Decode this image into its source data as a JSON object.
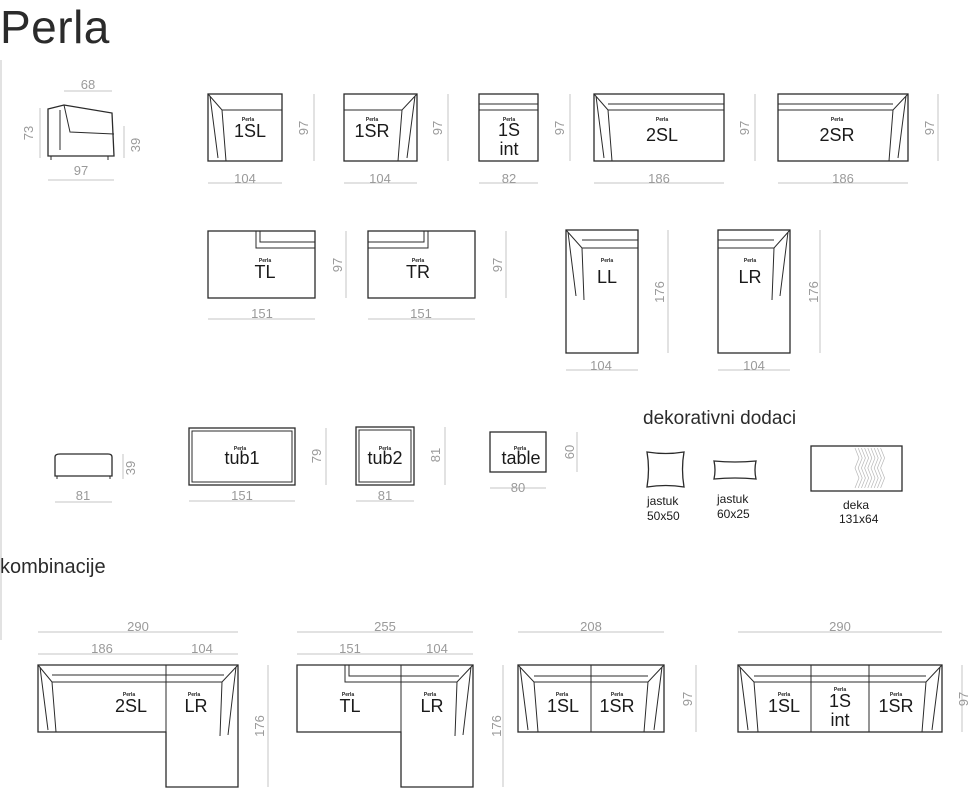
{
  "title": "Perla",
  "brand": "Perla",
  "kombinacije": "kombinacije",
  "dekorativni": "dekorativni dodaci",
  "side_view": {
    "top": "68",
    "bottom": "97",
    "left": "73",
    "right": "39"
  },
  "modules_row1": [
    {
      "label": "1SL",
      "width": "104",
      "height": "97"
    },
    {
      "label": "1SR",
      "width": "104",
      "height": "97"
    },
    {
      "label": "1S int",
      "width": "82",
      "height": "97"
    },
    {
      "label": "2SL",
      "width": "186",
      "height": "97"
    },
    {
      "label": "2SR",
      "width": "186",
      "height": "97"
    }
  ],
  "modules_row2": [
    {
      "label": "TL",
      "width": "151",
      "height": "97"
    },
    {
      "label": "TR",
      "width": "151",
      "height": "97"
    },
    {
      "label": "LL",
      "width": "104",
      "height": "176"
    },
    {
      "label": "LR",
      "width": "104",
      "height": "176"
    }
  ],
  "pouf": {
    "width": "81",
    "height": "39"
  },
  "tables": [
    {
      "label": "tub1",
      "width": "151",
      "height": "79"
    },
    {
      "label": "tub2",
      "width": "81",
      "height": "81"
    },
    {
      "label": "table",
      "width": "80",
      "height": "60"
    }
  ],
  "accessories": [
    {
      "name": "jastuk",
      "size": "50x50"
    },
    {
      "name": "jastuk",
      "size": "60x25"
    },
    {
      "name": "deka",
      "size": "131x64"
    }
  ],
  "combos": [
    {
      "total": "290",
      "parts": [
        "186",
        "104"
      ],
      "labels": [
        "2SL",
        "LR"
      ],
      "depth": "176"
    },
    {
      "total": "255",
      "parts": [
        "151",
        "104"
      ],
      "labels": [
        "TL",
        "LR"
      ],
      "depth": "176"
    },
    {
      "total": "208",
      "labels": [
        "1SL",
        "1SR"
      ],
      "depth": "97"
    },
    {
      "total": "290",
      "labels": [
        "1SL",
        "1S int",
        "1SR"
      ],
      "depth": "97"
    }
  ]
}
